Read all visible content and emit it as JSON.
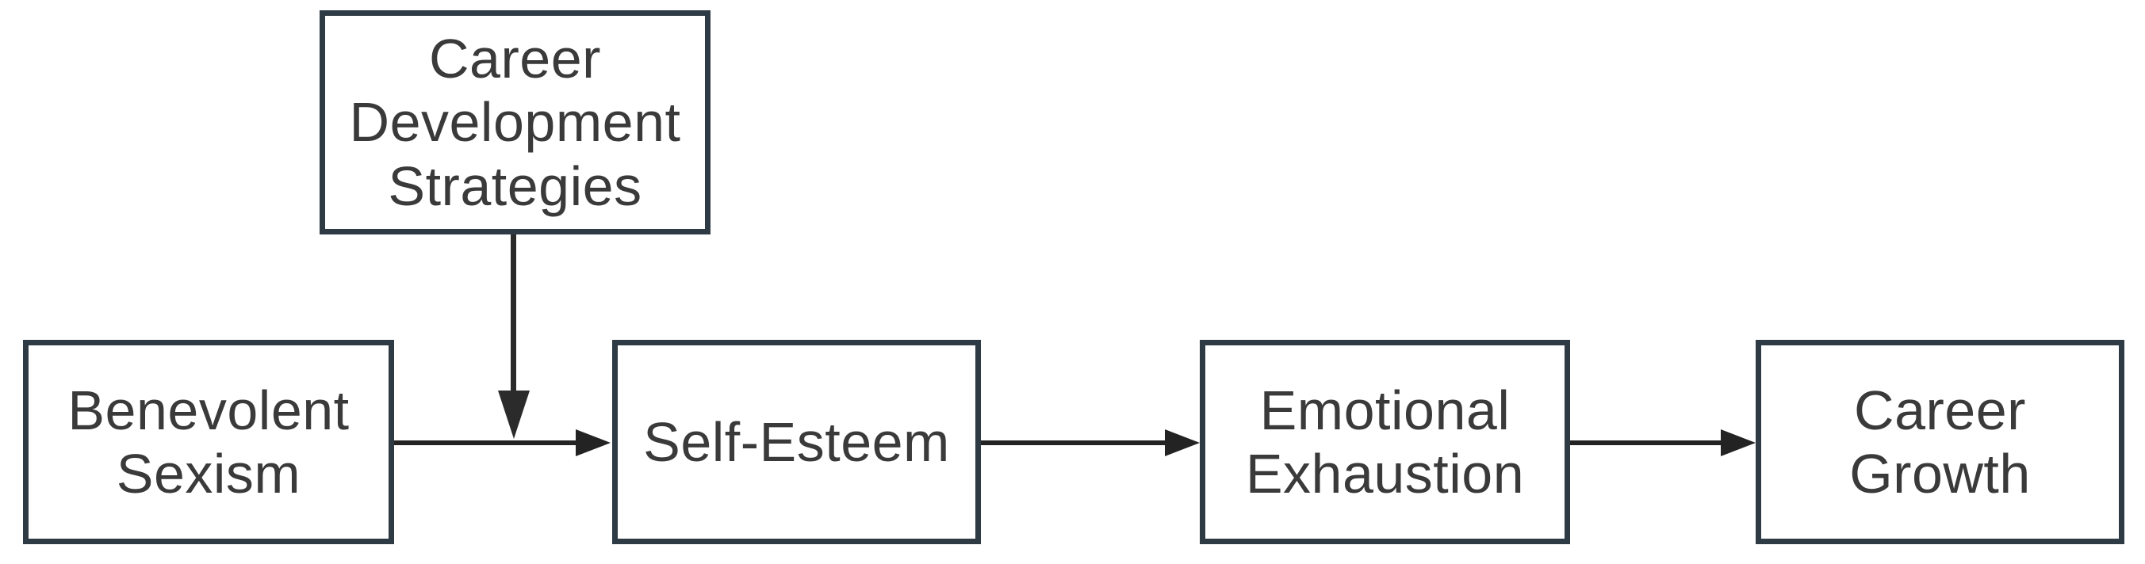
{
  "diagram": {
    "background_color": "#ffffff",
    "node_border_color": "#2e3b45",
    "node_fill_color": "#ffffff",
    "arrow_color": "#232323",
    "text_color": "#3a3a3a",
    "nodes": [
      {
        "id": "career-development-strategies",
        "label": "Career\nDevelopment\nStrategies"
      },
      {
        "id": "benevolent-sexism",
        "label": "Benevolent\nSexism"
      },
      {
        "id": "self-esteem",
        "label": "Self-Esteem"
      },
      {
        "id": "emotional-exhaustion",
        "label": "Emotional\nExhaustion"
      },
      {
        "id": "career-growth",
        "label": "Career\nGrowth"
      }
    ],
    "edges": [
      {
        "from": "benevolent-sexism",
        "to": "self-esteem"
      },
      {
        "from": "self-esteem",
        "to": "emotional-exhaustion"
      },
      {
        "from": "emotional-exhaustion",
        "to": "career-growth"
      },
      {
        "from": "career-development-strategies",
        "to": "path between benevolent-sexism and self-esteem"
      }
    ]
  }
}
